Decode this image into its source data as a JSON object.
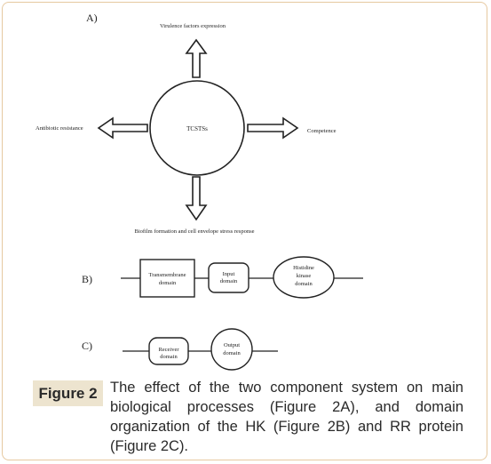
{
  "panel_a": {
    "label": "A)",
    "center_label": "TCSTSs",
    "top_label": "Virulence factors expression",
    "left_label": "Antibiotic resistance",
    "right_label": "Competence",
    "bottom_label": "Biofilm formation and cell envelope stress response"
  },
  "panel_b": {
    "label": "B)",
    "box1_line1": "Transmembrane",
    "box1_line2": "domain",
    "box2_line1": "Input",
    "box2_line2": "domain",
    "ellipse_line1": "Histidine",
    "ellipse_line2": "kinase",
    "ellipse_line3": "domain"
  },
  "panel_c": {
    "label": "C)",
    "box_line1": "Receiver",
    "box_line2": "domain",
    "circle_line1": "Output",
    "circle_line2": "domain"
  },
  "caption": {
    "badge": "Figure 2",
    "text": "The effect of the two component system on main biological processes (Figure 2A), and domain organization of the HK (Figure 2B) and RR protein (Figure 2C)."
  }
}
